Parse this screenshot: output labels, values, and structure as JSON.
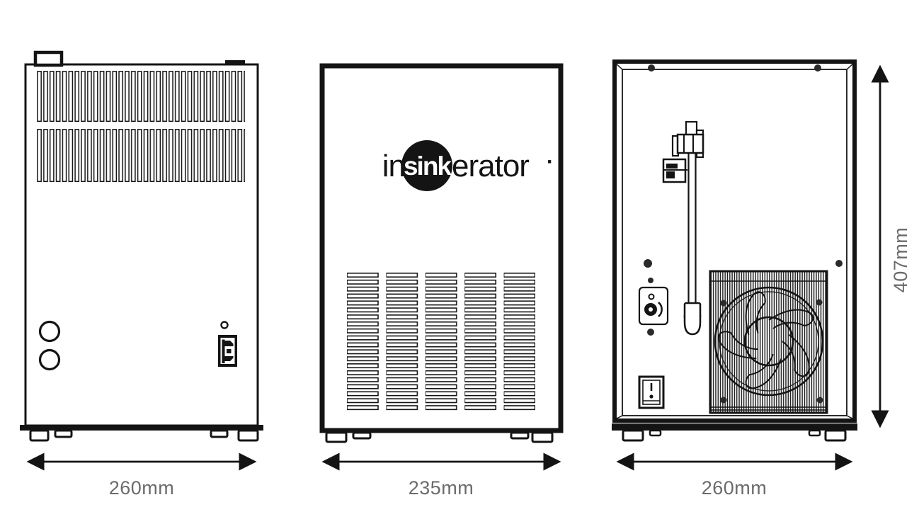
{
  "document": {
    "type": "product-dimension-diagram",
    "product": "InSinkErator chiller unit - three orthographic views"
  },
  "colors": {
    "line": "#141414",
    "dimension_text": "#6b6b6b",
    "background": "#ffffff",
    "logo_circle_fill": "#141414",
    "logo_circle_text": "#ffffff"
  },
  "logo": {
    "prefix": "in",
    "circle_text": "sink",
    "suffix": "erator",
    "trademark_dot": "·"
  },
  "views": {
    "side": {
      "dimension_width": "260mm"
    },
    "front": {
      "dimension_width": "235mm"
    },
    "back": {
      "dimension_width": "260mm",
      "dimension_height": "407mm"
    }
  }
}
